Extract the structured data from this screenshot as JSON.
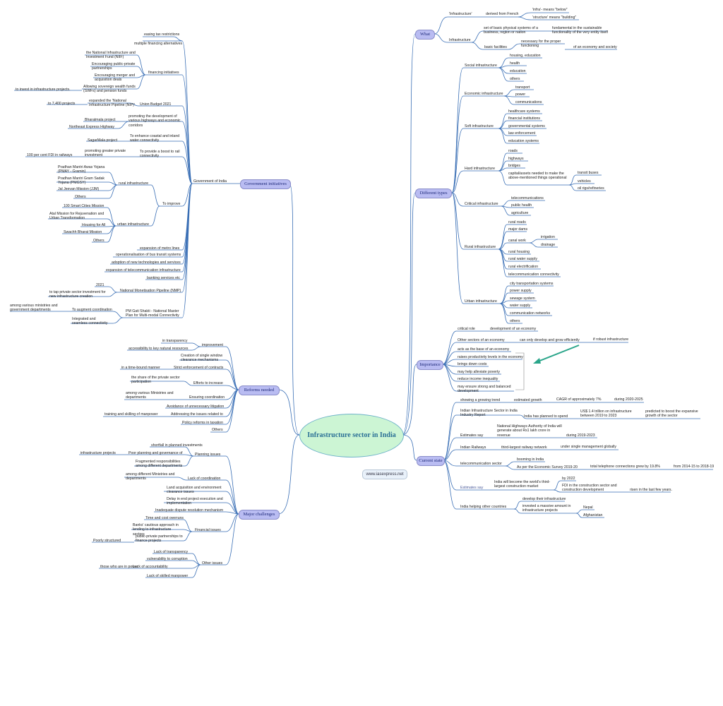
{
  "central_topic": "Infrastructure sector in India",
  "website": "www.iasexpress.net",
  "hubs": {
    "what": "What",
    "types": "Different types",
    "importance": "Importance",
    "current": "Current state",
    "govt": "Government initiatives",
    "reforms": "Reforms needed",
    "challenges": "Major challenges"
  },
  "what": {
    "infrastructure_quote": "'Infrastructure'",
    "derived": "derived from French",
    "infra_below": "'infra'- means \"below\"",
    "structure_building": "'structure' means \"building\"",
    "infrastructure": "Infrastructure",
    "set_of_basic": "set of basic physical systems of a business, region or nation",
    "fundamental": "fundamental in the sustainable functionality of the very entity itself",
    "basic_facilities": "basic facilities",
    "necessary": "necessary for the proper functioning",
    "economy_society": "of an economy and society"
  },
  "types": {
    "social": "Social infrastructure",
    "housing": "housing, education",
    "health": "health",
    "education": "education",
    "others1": "others",
    "economic": "Economic infrastructure",
    "transport": "transport",
    "power": "power",
    "communications": "communications",
    "soft": "Soft infrastructure",
    "healthcare": "healthcare systems",
    "financial": "financial institutions",
    "governmental": "governmental systems",
    "law": "law enforcement",
    "education_systems": "education systems",
    "hard": "Hard infrastructure",
    "roads": "roads",
    "highways": "highways",
    "bridges": "bridges",
    "capital": "capital/assets needed to make the above-mentioned things operational",
    "transit": "transit buses",
    "vehicles": "vehicles",
    "oil": "oil rigs/refineries",
    "critical": "Critical infrastructure",
    "telecom": "telecommunications",
    "public_health": "public health",
    "agriculture": "agriculture",
    "rural": "Rural infrastructure",
    "rural_roads": "rural roads",
    "major_dams": "major dams",
    "canal": "canal work",
    "irrigation": "irrigation",
    "drainage": "drainage",
    "rural_housing": "rural housing",
    "rural_water": "rural water supply",
    "rural_elec": "rural electrification",
    "telecom_conn": "telecommunication connectivity",
    "urban": "Urban infrastructure",
    "city_transport": "city transportation systems",
    "power_supply": "power supply",
    "sewage": "sewage system",
    "water_supply": "water supply",
    "comm_networks": "communication networks",
    "others2": "others"
  },
  "importance": {
    "critical_role": "critical role",
    "development": "development of an economy",
    "other_sectors": "Other sectors of an economy",
    "can_only": "can only develop and grow efficiently",
    "robust": "if robust infrastructure",
    "acts_base": "acts as the base of an economy",
    "raises": "raises productivity levels in the economy",
    "brings_down": "brings down costs",
    "alleviate": "may help alleviate poverty",
    "reduce_inequality": "reduce income inequality",
    "ensure": "may ensure strong and balanced development"
  },
  "current": {
    "showing": "showing a growing trend",
    "est_growth": "estimated growth",
    "cagr": "CAGR of approximately 7%",
    "during_2020": "during 2020-2025",
    "iisr": "Indian Infrastructure Sector in India Industry Report",
    "planned": "India has planned to spend",
    "us14": "US$ 1.4 trillion on infrastructure between 2019 to 2023",
    "predicted": "predicted to boost the expansive growth of the sector",
    "estimates_say1": "Estimates say",
    "nhai": "National Highways Authority of India will generate about Rs1 lakh crore in revenue",
    "during_2019": "during 2019-2023",
    "railways": "Indian Railways",
    "third_largest_rail": "third-largest railway network",
    "single_mgmt": "under single management globally",
    "telecom_sector": "telecommunication sector",
    "booming": "booming in India",
    "survey": "As per the Economic Survey 2019-20",
    "total_tel": "total telephone connections grew by 19.8%",
    "from_2014": "from 2014-15 to 2018-19",
    "estimates_say2": "Estimates say",
    "will_become": "India will become the world's third-largest construction market",
    "by_2022": "by 2022",
    "fdi": "FDI in the construction sector and construction development",
    "risen": "risen in the last few years.",
    "helping": "India helping other countries",
    "develop": "develop their infrastructure",
    "invested": "invested a massive amount in infrastructure projects",
    "nepal": "Nepal",
    "afghanistan": "Afghanistan"
  },
  "govt": {
    "goi": "Government of India",
    "easing": "easing tax restrictions",
    "multiple": "multiple financing alternatives",
    "nifund": "the National Infrastructure and Investment Fund (NIIF)",
    "ppp": "Encouraging public-private partnerships",
    "merger": "Encouraging merger and acquisition deals",
    "financing": "financing initiatives",
    "allowing": "Allowing sovereign wealth funds (SWFs) and pension funds",
    "to_invest": "to invest in infrastructure projects.",
    "budget": "Union Budget 2021",
    "expanded": "expanded the 'National Infrastructure Pipeline (NIP)'",
    "to_7400": "to 7,400 projects",
    "promoting_dev": "promoting the development of various highways and economic corridors",
    "bharatmala": "Bharatmala project",
    "northeast": "Northeast Express Highway",
    "enhance": "To enhance coastal and inland water connectivity",
    "sagarmala": "SagarMala project",
    "promoting_private": "promoting greater private investment",
    "boost_rail": "To provide a boost to rail connectivity",
    "fdi_rail": "100 per cent FDI in railways",
    "pmay": "Pradhan Mantri Awas Yojana (PMAY - Gramin)",
    "pmgsy": "Pradhan Mantri Gram Sadak Yojana (PMGSY)",
    "jjm": "Jal Jeevan Mission (JJM)",
    "others_rural": "Others",
    "rural_infra": "rural infrastructure",
    "to_improve": "To improve",
    "smart": "100 Smart Cities Mission",
    "amrut": "Atal Mission for Rejuvenation and Urban Transformation",
    "housing": "Housing for All",
    "swachh": "Swachh Bharat Mission",
    "others_urban": "Others",
    "urban_infra": "urban infrastructure",
    "metro": "expansion of metro lines",
    "bus": "operationalisation of bus transit systems",
    "adoption": "adoption of new technologies and services",
    "telecom_exp": "expansion of telecommunication infrastructure",
    "banking": "banking services etc",
    "year_2021": "2021",
    "nmp": "National Monetisation Pipeline (NMP)",
    "tap": "to tap private sector investment for new infrastructure creation",
    "among": "among various ministries and government departments",
    "augment": "To augment coordination",
    "gati": "PM Gati Shakti - National Master Plan for Multi-modal Connectivity",
    "integrated": "Integrated and seamless connectivity"
  },
  "reforms": {
    "transparency": "in transparency",
    "improvement": "improvement",
    "accessibility": "accessibility to key natural resources",
    "single_window": "Creation of single window clearance mechanisms",
    "time_bound": "in a time-bound manner",
    "strict": "Strict enforcement of contracts",
    "share": "the share of the private sector participation",
    "efforts": "Efforts to increase",
    "among_ministries": "among various Ministries and departments",
    "ensuring": "Ensuring coordination",
    "avoidance": "Avoidance of unnecessary litigation",
    "training": "training and skilling of manpower",
    "addressing": "Addressing the issues related to",
    "policy": "Policy reforms in taxation",
    "others": "Others"
  },
  "challenges": {
    "shortfall": "shortfall in planned investments",
    "poor_planning": "Poor planning and governance of",
    "infra_projects": "infrastructure projects",
    "planning": "Planning issues",
    "fragmented": "Fragmented responsibilities among different departments",
    "lack_coord": "Lack of coordination",
    "among_ministries": "among different Ministries and departments",
    "land": "Land acquisition and environment clearance issues",
    "delay": "Delay in end project execution and implementation",
    "dispute": "Inadequate dispute resolution mechanism",
    "time_cost": "Time and cost overruns",
    "banks": "Banks' cautious approach in lending to infrastructure sectors",
    "financial": "Financial issues",
    "ppp_fin": "public-private partnerships to finance projects",
    "poorly": "Poorly structured",
    "lack_transparency": "Lack of transparency",
    "vulnerability": "vulnerability to corruption",
    "lack_accountability": "Lack of accountability",
    "those_power": "those who are in power",
    "other_issues": "Other issues",
    "lack_skilled": "Lack of skilled manpower"
  },
  "colors": {
    "central_fill": "#ccf5d4",
    "hub_fill": "#b9bcf2",
    "branch_line": "#3a6fb5",
    "arrow": "#2aa58a"
  }
}
